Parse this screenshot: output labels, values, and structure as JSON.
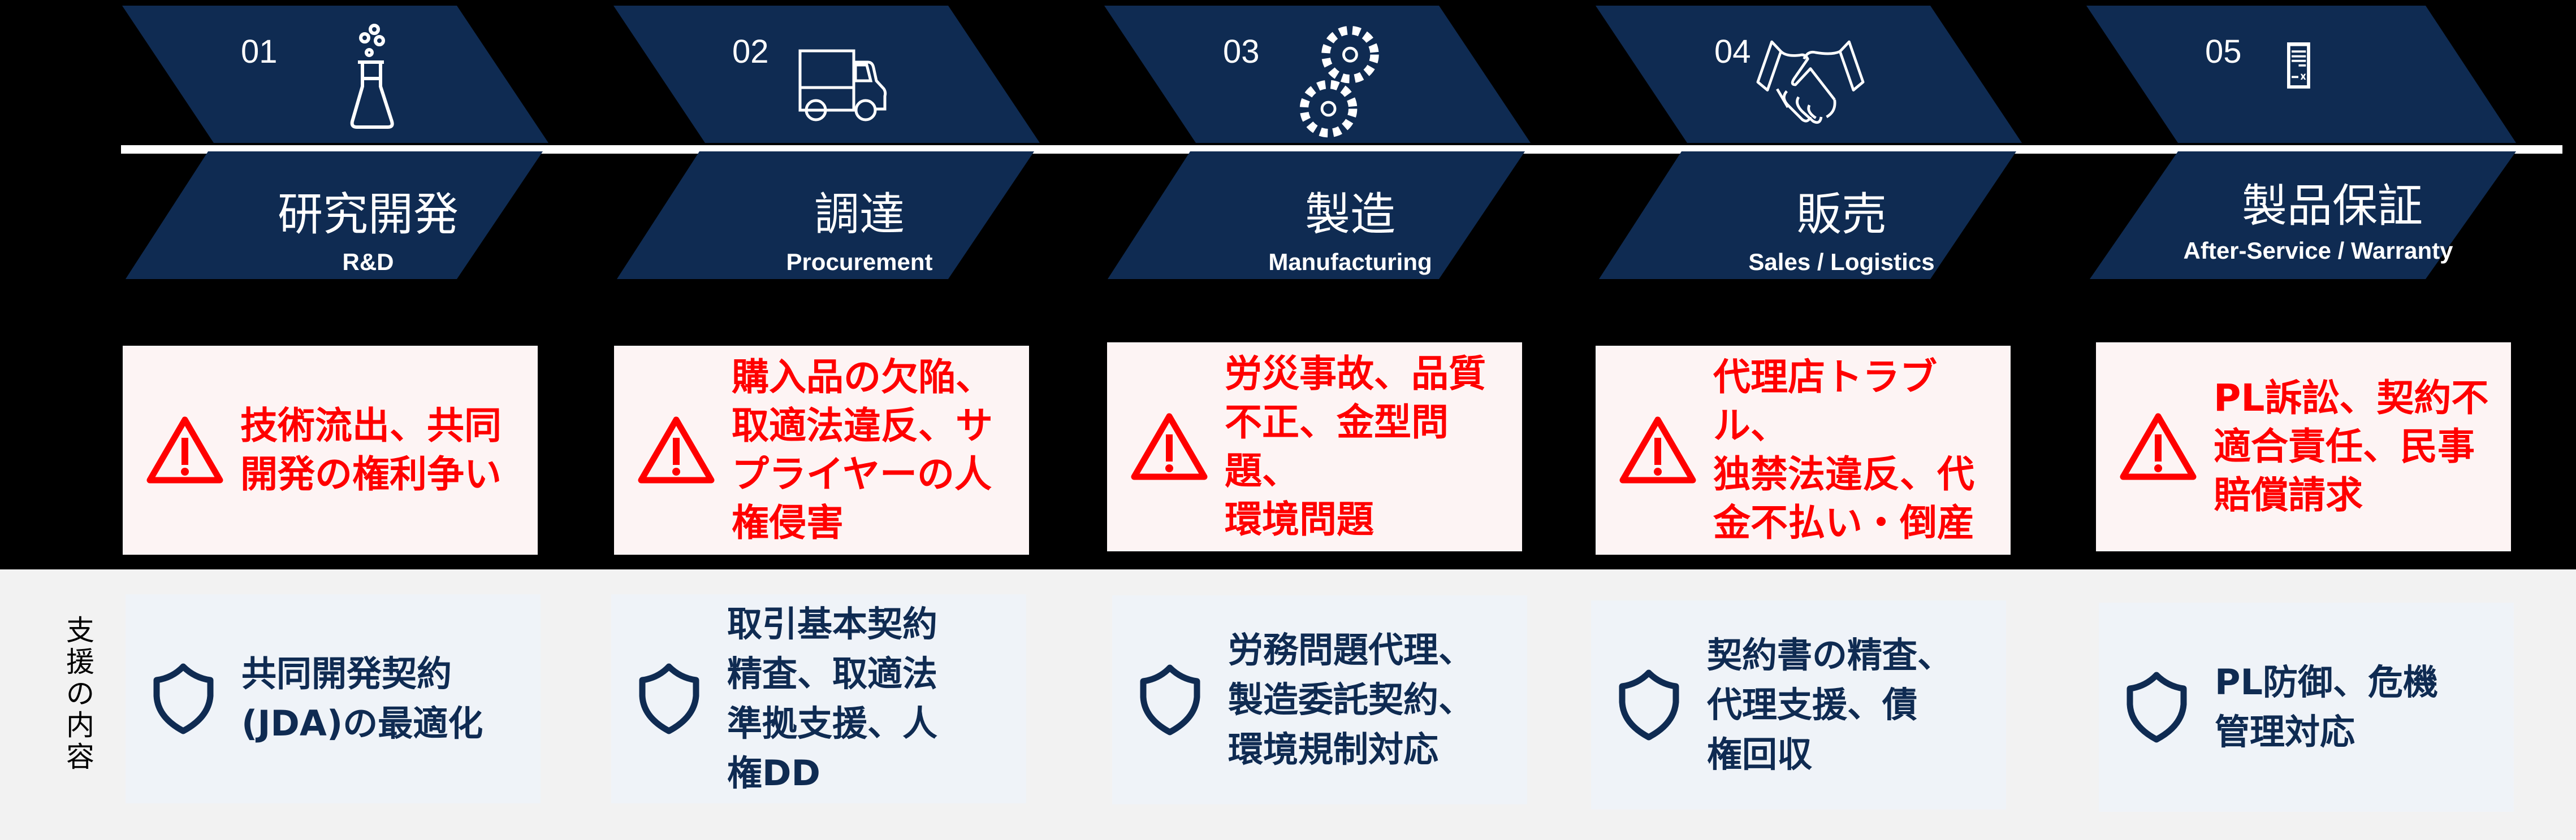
{
  "colors": {
    "navy": "#0f2b52",
    "risk_red": "#ff0000",
    "risk_bg": "#fdf4f4",
    "support_bg": "#eff3f8",
    "band_bg": "#f2f2f2",
    "background": "#000000",
    "divider": "#ffffff"
  },
  "support_section_label": "支\n援\nの\n内\n容",
  "stages": [
    {
      "number": "01",
      "icon": "flask-icon",
      "title_jp": "研究開発",
      "title_en": "R&D",
      "risk": "技術流出、共同\n開発の権利争い",
      "support": "共同開発契約\n(JDA)の最適化"
    },
    {
      "number": "02",
      "icon": "truck-icon",
      "title_jp": "調達",
      "title_en": "Procurement",
      "risk": "購入品の欠陥、\n取適法違反、サ\nプライヤーの人\n権侵害",
      "support": "取引基本契約\n精査、取適法\n準拠支援、人\n権DD"
    },
    {
      "number": "03",
      "icon": "gears-icon",
      "title_jp": "製造",
      "title_en": "Manufacturing",
      "risk": "労災事故、品質\n不正、金型問題、\n環境問題",
      "support": "労務問題代理、\n製造委託契約、\n環境規制対応"
    },
    {
      "number": "04",
      "icon": "handshake-icon",
      "title_jp": "販売",
      "title_en": "Sales / Logistics",
      "risk": "代理店トラブル、\n独禁法違反、代\n金不払い・倒産",
      "support": "契約書の精査、\n代理支援、債\n権回収"
    },
    {
      "number": "05",
      "icon": "contract-document-icon",
      "title_jp": "製品保証",
      "title_en": "After-Service / Warranty",
      "risk": "PL訴訟、契約不\n適合責任、民事\n賠償請求",
      "support": "PL防御、危機\n管理対応"
    }
  ]
}
